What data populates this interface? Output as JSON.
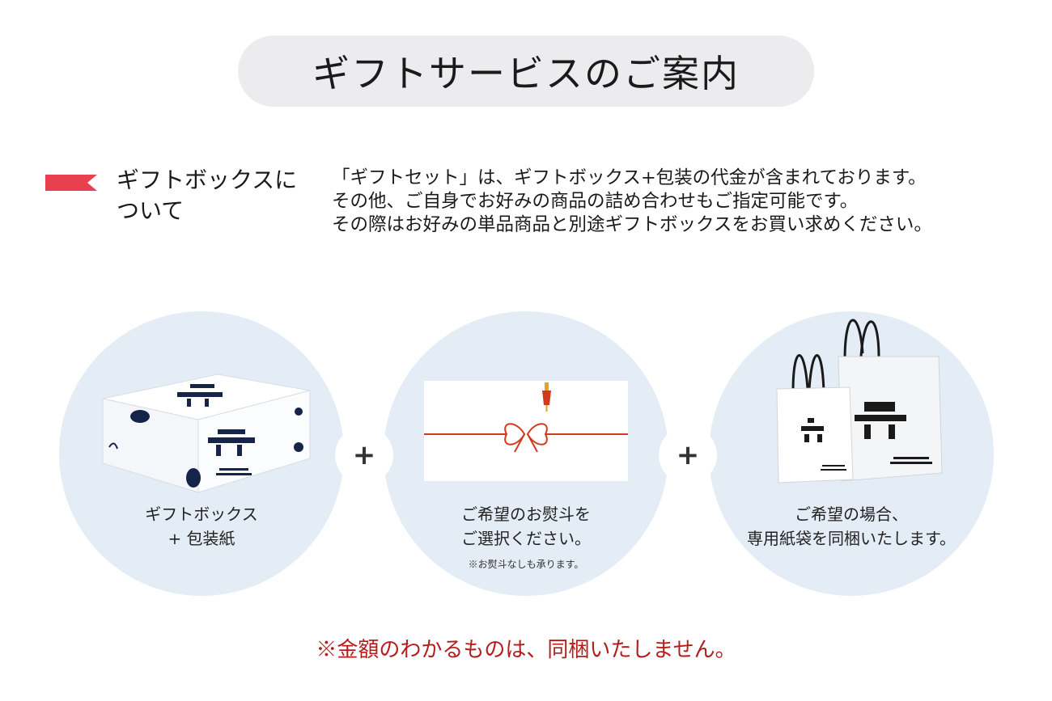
{
  "title": "ギフトサービスのご案内",
  "section": {
    "heading_lines": [
      "ギフトボックスに",
      "ついて"
    ],
    "body_lines": [
      "「ギフトセット」は、ギフトボックス+包装の代金が含まれております。",
      "その他、ご自身でお好みの商品の詰め合わせもご指定可能です。",
      "その際はお好みの単品商品と別途ギフトボックスをお買い求めください。"
    ]
  },
  "items": [
    {
      "caption_lines": [
        "ギフトボックス",
        "+ 包装紙"
      ]
    },
    {
      "caption_lines": [
        "ご希望のお熨斗を",
        "ご選択ください。"
      ],
      "note": "※お熨斗なしも承ります。"
    },
    {
      "caption_lines": [
        "ご希望の場合、",
        "専用紙袋を同梱いたします。"
      ]
    }
  ],
  "plus_symbol": "+",
  "footer_note": "※金額のわかるものは、同梱いたしません。",
  "colors": {
    "accent_red": "#e8404f",
    "footer_red": "#b51c1c",
    "circle_bg": "#e4ecf6",
    "pill_bg": "#ececee",
    "navy": "#16244a",
    "mizuhiki_red": "#d23a1e"
  }
}
